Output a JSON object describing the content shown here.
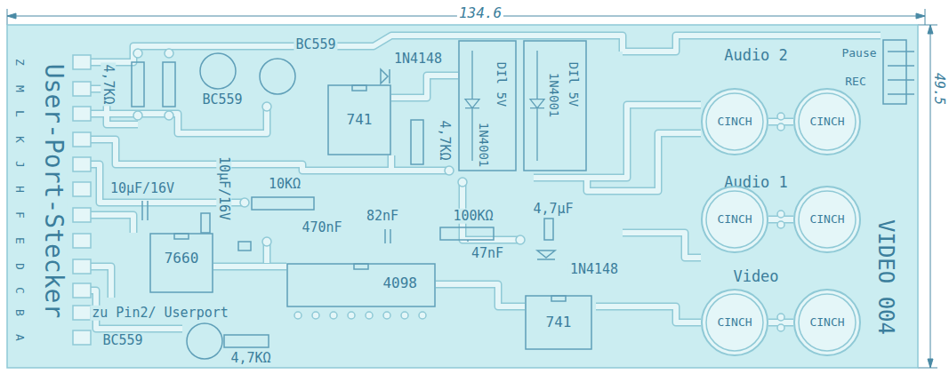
{
  "diagram": {
    "nodes": [
      {
        "text": [
          "741"
        ]
      },
      {
        "text": [
          "DIl 5V",
          "1N4001"
        ]
      },
      {
        "text": [
          "DIl 5V",
          "1N4001"
        ]
      },
      {
        "text": [
          "CINCH"
        ]
      },
      {
        "text": [
          "CINCH"
        ]
      },
      {
        "text": [
          "CINCH"
        ]
      },
      {
        "text": [
          "CINCH"
        ]
      },
      {
        "text": [
          "7660"
        ]
      },
      {
        "text": [
          "4098"
        ]
      },
      {
        "text": [
          "CINCH"
        ]
      },
      {
        "text": [
          "CINCH"
        ]
      },
      {
        "text": [
          "741"
        ]
      }
    ],
    "labels": [
      "134.6",
      "49.5",
      "Z",
      "M",
      "L",
      "K",
      "J",
      "H",
      "F",
      "E",
      "D",
      "C",
      "B",
      "A",
      "User-Port-Stecker",
      "4,7KΩ",
      "BC559",
      "BC559",
      "1N4148",
      "4,7KΩ",
      "Audio 2",
      "Pause",
      "REC",
      "10µF/16V",
      "10µF/16V",
      "10KΩ",
      "82nF",
      "100KΩ",
      "4,7µF",
      "Audio 1",
      "470nF",
      "47nF",
      "1N4148",
      "VIDEO 004",
      "Video",
      "zu Pin2/ Userport",
      "BC559",
      "4,7KΩ"
    ]
  }
}
